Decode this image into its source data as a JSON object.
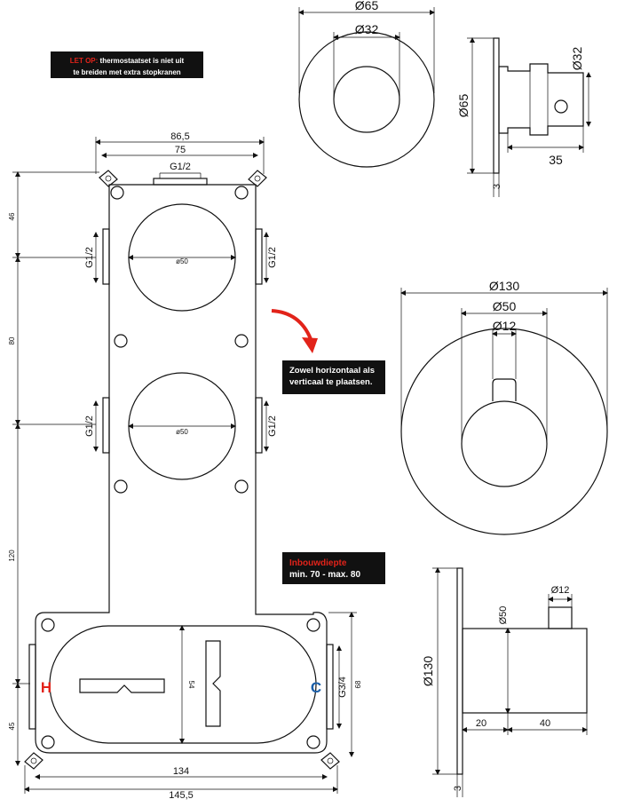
{
  "notes": {
    "let_op_label": "LET OP:",
    "let_op_text": " thermostaatset is niet uit",
    "let_op_text2": "te breiden met extra stopkranen",
    "orientation_line1": "Zowel horizontaal als",
    "orientation_line2": "verticaal te plaatsen.",
    "depth_label": "Inbouwdiepte",
    "depth_value": "min. 70 - max. 80"
  },
  "box": {
    "width_outer": "86,5",
    "width_inner": "75",
    "top_thread": "G1/2",
    "side_thread": "G1/2",
    "hole_diameter": "ø50",
    "height_top": "46",
    "height_mid": "80",
    "height_long": "120",
    "height_bottom": "45",
    "base_width": "134",
    "base_width_outer": "145,5",
    "base_height": "68",
    "inner_height": "54",
    "outlet_thread": "G3/4",
    "hot_label": "H",
    "cold_label": "C"
  },
  "rosette_small": {
    "outer_diameter": "Ø65",
    "inner_diameter": "Ø32",
    "side_outer": "Ø65",
    "side_knob": "Ø32",
    "depth": "35",
    "plate": "3"
  },
  "rosette_large": {
    "outer_diameter": "Ø130",
    "mid_diameter": "Ø50",
    "stem_diameter": "Ø12",
    "side_outer": "Ø130",
    "side_knob": "Ø50",
    "side_stem": "Ø12",
    "depth_a": "20",
    "depth_b": "40",
    "plate": "3"
  },
  "colors": {
    "line": "#111111",
    "hot": "#e2231a",
    "cold": "#1a5ea8",
    "note_bg": "#111111",
    "arrow": "#e2231a"
  }
}
